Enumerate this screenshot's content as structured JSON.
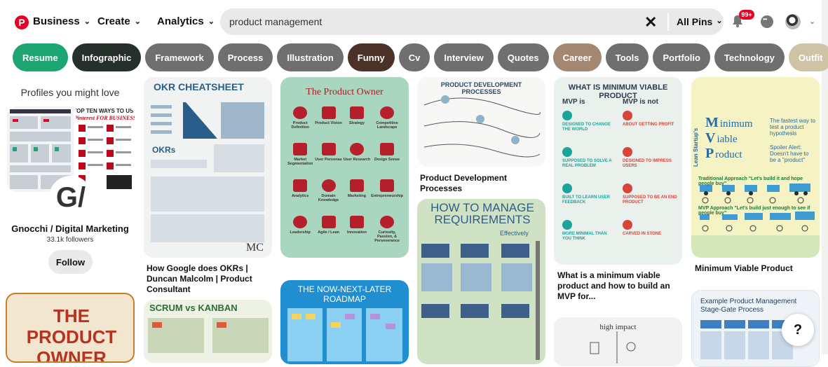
{
  "header": {
    "logo_glyph": "P",
    "nav": [
      {
        "label": "Business"
      },
      {
        "label": "Create"
      },
      {
        "label": "Analytics"
      }
    ],
    "search": {
      "value": "product management",
      "scope": "All Pins"
    },
    "notifications_badge": "99+"
  },
  "chips": [
    {
      "label": "Resume",
      "color": "#1ea672"
    },
    {
      "label": "Infographic",
      "color": "#243029"
    },
    {
      "label": "Framework",
      "color": "#6f6f6f"
    },
    {
      "label": "Process",
      "color": "#6f6f6f"
    },
    {
      "label": "Illustration",
      "color": "#6f6f6f"
    },
    {
      "label": "Funny",
      "color": "#4a3228"
    },
    {
      "label": "Cv",
      "color": "#6f6f6f"
    },
    {
      "label": "Interview",
      "color": "#6f6f6f"
    },
    {
      "label": "Quotes",
      "color": "#6f6f6f"
    },
    {
      "label": "Career",
      "color": "#a38771"
    },
    {
      "label": "Tools",
      "color": "#6f6f6f"
    },
    {
      "label": "Portfolio",
      "color": "#6f6f6f"
    },
    {
      "label": "Technology",
      "color": "#6f6f6f"
    },
    {
      "label": "Outfit",
      "color": "#cfc3a5"
    }
  ],
  "profile": {
    "heading": "Profiles you might love",
    "avatar_letter": "G/",
    "name": "Gnocchi / Digital Marketing",
    "followers": "33.1k followers",
    "follow_label": "Follow",
    "collage_text": "TOP TEN WAYS TO USE Pinterest FOR BUSINESS"
  },
  "pins": {
    "okr": {
      "image_title": "OKR CHEATSHEET",
      "image_sub": "OKRs",
      "image_mark": "MC",
      "title": "How Google does OKRs | Duncan Malcolm | Product Consultant"
    },
    "owner": {
      "image_title": "The Product Owner",
      "labels": [
        "Product Definition",
        "Product Vision",
        "Strategy",
        "Competitive Landscape",
        "Market Segmentation",
        "User Personas",
        "User Research",
        "Design Sense",
        "Analytics",
        "Domain Knowledge",
        "Marketing",
        "Entrepreneurship",
        "Leadership",
        "Agile / Lean",
        "Innovation",
        "Curiosity, Passion, & Perseverance"
      ]
    },
    "pdp": {
      "image_title": "PRODUCT DEVELOPMENT PROCESSES",
      "title": "Product Development Processes"
    },
    "requirements": {
      "image_title": "HOW TO MANAGE REQUIREMENTS",
      "image_sub": "Effectively"
    },
    "mvp": {
      "image_title": "WHAT IS MINIMUM VIABLE PRODUCT",
      "col_left": "MVP is",
      "col_right": "MVP is not",
      "items_left": [
        "DESIGNED TO CHANGE THE WORLD",
        "SUPPOSED TO SOLVE A REAL PROBLEM",
        "BUILT TO LEARN USER FEEDBACK",
        "MORE MINIMAL THAN YOU THINK"
      ],
      "items_right": [
        "ABOUT GETTING PROFIT",
        "DESIGNED TO IMPRESS USERS",
        "SUPPOSED TO BE AN END PRODUCT",
        "CARVED IN STONE"
      ],
      "title": "What is a minimum viable product and how to build an MVP for..."
    },
    "mvp2": {
      "letters": [
        "M",
        "V",
        "P"
      ],
      "words": [
        "inimum",
        "iable",
        "roduct"
      ],
      "side": "Lean Startup's",
      "tag1": "The fastest way to test a product hypothesis",
      "tag2": "Spoiler Alert: Doesn't have to be a \"product\"",
      "approach1": "Traditional Approach \"Let's build it and hope people buy\"",
      "approach2": "MVP Approach \"Let's build just enough to see if people buy\"",
      "title": "Minimum Viable Product"
    },
    "productowner": {
      "image_title": "THE PRODUCT OWNER"
    },
    "scrum": {
      "image_title": "SCRUM vs KANBAN"
    },
    "roadmap": {
      "image_title": "THE NOW-NEXT-LATER ROADMAP"
    },
    "highimpact": {
      "image_title": "high impact"
    },
    "stagegate": {
      "image_title": "Example Product Management Stage-Gate Process"
    }
  },
  "help_label": "?"
}
